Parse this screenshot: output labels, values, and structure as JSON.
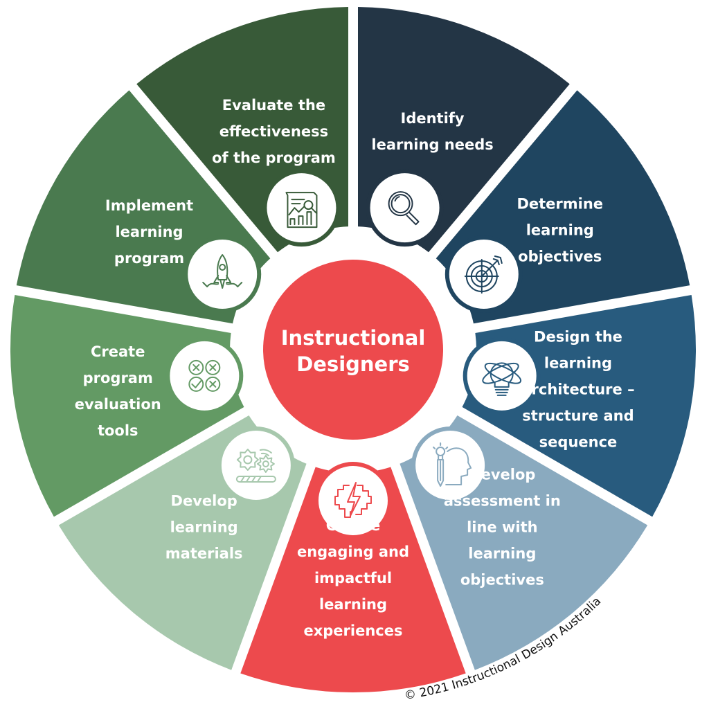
{
  "title": "Instructional Designers",
  "center": {
    "lines": [
      "Instructional",
      "Designers"
    ],
    "color": "#ed4a4d"
  },
  "segments": [
    {
      "id": "identify-learning-needs",
      "lines": [
        "Identify",
        "learning needs"
      ],
      "color": "#233545",
      "icon": "magnifier-icon"
    },
    {
      "id": "determine-learning-objectives",
      "lines": [
        "Determine",
        "learning",
        "objectives"
      ],
      "color": "#1f4560",
      "icon": "target-icon"
    },
    {
      "id": "design-learning-architecture",
      "lines": [
        "Design the",
        "learning",
        "architecture –",
        "structure and",
        "sequence"
      ],
      "color": "#285b7e",
      "icon": "lightbulb-orbit-icon"
    },
    {
      "id": "develop-assessment",
      "lines": [
        "Develop",
        "assessment in",
        "line with",
        "learning",
        "objectives"
      ],
      "color": "#8aaabf",
      "icon": "head-idea-pencil-icon"
    },
    {
      "id": "create-engaging-experiences",
      "lines": [
        "Create",
        "engaging and",
        "impactful",
        "learning",
        "experiences"
      ],
      "color": "#ed4a4d",
      "icon": "brain-lightning-icon"
    },
    {
      "id": "develop-learning-materials",
      "lines": [
        "Develop",
        "learning",
        "materials"
      ],
      "color": "#a7c8ad",
      "icon": "gears-progress-icon"
    },
    {
      "id": "create-program-evaluation-tools",
      "lines": [
        "Create",
        "program",
        "evaluation",
        "tools"
      ],
      "color": "#639a64",
      "icon": "check-cross-bubbles-icon"
    },
    {
      "id": "implement-learning-program",
      "lines": [
        "Implement",
        "learning",
        "program"
      ],
      "color": "#4a7a4f",
      "icon": "rocket-icon"
    },
    {
      "id": "evaluate-program-effectiveness",
      "lines": [
        "Evaluate the",
        "effectiveness",
        "of the program"
      ],
      "color": "#385a38",
      "icon": "report-analysis-icon"
    }
  ],
  "copyright": "© 2021 Instructional Design Australia"
}
